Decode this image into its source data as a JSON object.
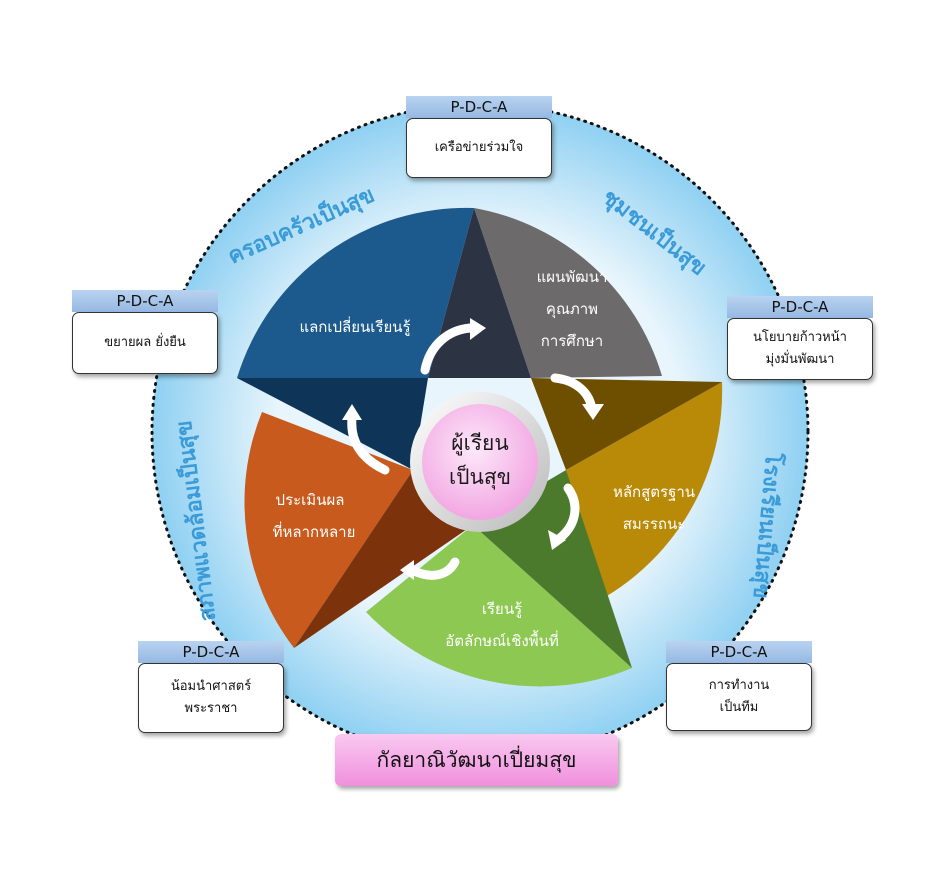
{
  "center": {
    "line1": "ผู้เรียน",
    "line2": "เป็นสุข"
  },
  "segments": [
    {
      "id": "top",
      "lines": [
        "แผนพัฒนา",
        "คุณภาพ",
        "การศึกษา"
      ],
      "color": "#6d6a6b"
    },
    {
      "id": "right",
      "lines": [
        "หลักสูตรฐาน",
        "สมรรถนะ"
      ],
      "color": "#b88a08"
    },
    {
      "id": "bottom",
      "lines": [
        "เรียนรู้",
        "อัตลักษณ์เชิงพื้นที่"
      ],
      "color": "#8dc853"
    },
    {
      "id": "left",
      "lines": [
        "ประเมินผล",
        "ที่หลากหลาย"
      ],
      "color": "#c75a1c"
    },
    {
      "id": "topleft",
      "lines": [
        "แลกเปลี่ยนเรียนรู้"
      ],
      "color": "#1c5a8e"
    }
  ],
  "ring_labels": {
    "top_left": "ครอบครัวเป็นสุข",
    "top_right": "ชุมชนเป็นสุข",
    "right": "โรงเรียนเป็นสุข",
    "left": "สภาพแวดล้อมเป็นสุข"
  },
  "pdca_boxes": [
    {
      "id": "top",
      "label": "P-D-C-A",
      "lines": [
        "เครือข่ายร่วมใจ"
      ]
    },
    {
      "id": "left",
      "label": "P-D-C-A",
      "lines": [
        "ขยายผล ยั่งยืน"
      ]
    },
    {
      "id": "right",
      "label": "P-D-C-A",
      "lines": [
        "นโยบายก้าวหน้า",
        "มุ่งมั่นพัฒนา"
      ]
    },
    {
      "id": "bottom_left",
      "label": "P-D-C-A",
      "lines": [
        "น้อมนำศาสตร์",
        "พระราชา"
      ]
    },
    {
      "id": "bottom_right",
      "label": "P-D-C-A",
      "lines": [
        "การทำงาน",
        "เป็นทีม"
      ]
    }
  ],
  "footer": "กัลยาณิวัฒนาเปี่ยมสุข"
}
